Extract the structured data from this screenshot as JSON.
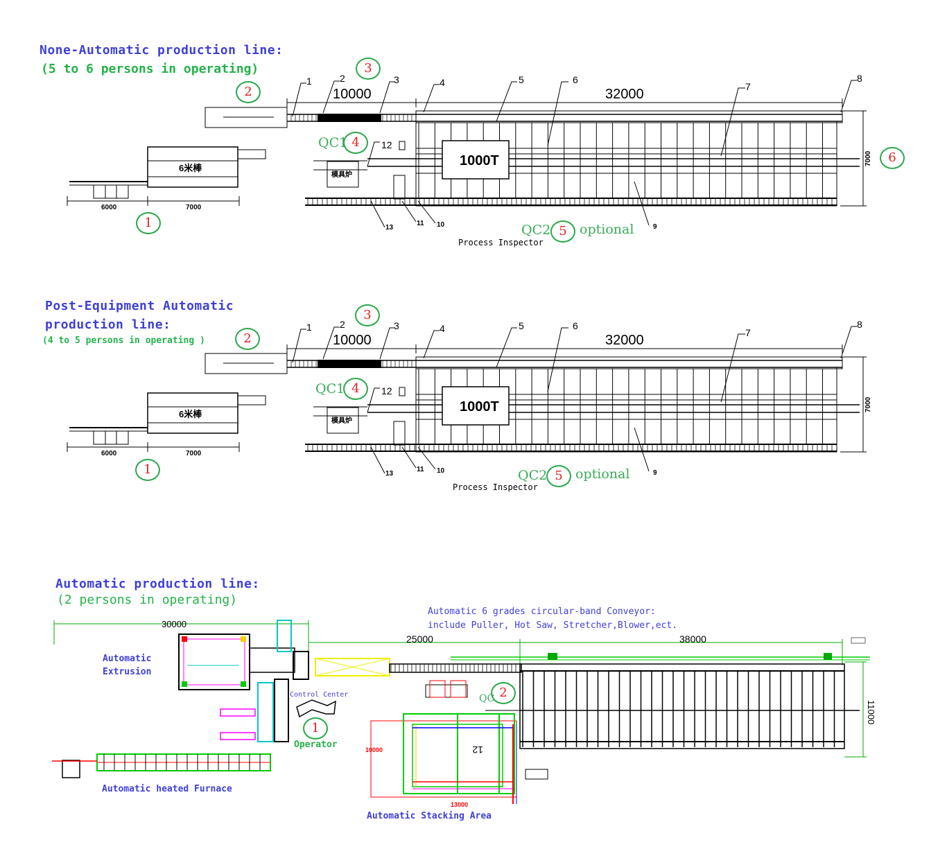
{
  "section1": {
    "title": "None-Automatic production line:",
    "subtitle": "(5 to 6 persons in operating)",
    "dim_left": "10000",
    "dim_right": "32000",
    "dim_height": "7000",
    "dim_a": "6000",
    "dim_b": "7000",
    "press": "1000T",
    "furnace_text": "6米棒",
    "oven_text": "模具炉",
    "qc1": "QC1",
    "qc2": "QC2",
    "optional": "optional",
    "inspector": "Process Inspector",
    "circles": [
      "1",
      "2",
      "3",
      "4",
      "5",
      "6"
    ],
    "callouts": [
      "1",
      "2",
      "3",
      "4",
      "5",
      "6",
      "7",
      "8",
      "9",
      "10",
      "11",
      "12",
      "13"
    ]
  },
  "section2": {
    "title": "Post-Equipment Automatic",
    "title2": "production line:",
    "subtitle": "(4 to 5 persons in operating )",
    "dim_left": "10000",
    "dim_right": "32000",
    "dim_height": "7000",
    "dim_a": "6000",
    "dim_b": "7000",
    "press": "1000T",
    "furnace_text": "6米棒",
    "oven_text": "模具炉",
    "qc1": "QC1",
    "qc2": "QC2",
    "optional": "optional",
    "inspector": "Process Inspector",
    "circles": [
      "1",
      "2",
      "3",
      "4",
      "5"
    ],
    "callouts": [
      "1",
      "2",
      "3",
      "4",
      "5",
      "6",
      "7",
      "8",
      "9",
      "10",
      "11",
      "12",
      "13"
    ]
  },
  "section3": {
    "title": "Automatic production line:",
    "subtitle": "(2 persons in operating)",
    "conveyor_line1": "Automatic 6 grades circular-band Conveyor:",
    "conveyor_line2": "include Puller, Hot Saw, Stretcher,Blower,ect.",
    "dim_30000": "30000",
    "dim_25000": "25000",
    "dim_38000": "38000",
    "dim_11000": "11000",
    "dim_10000": "10000",
    "dim_13000": "13000",
    "extrusion_1": "Automatic",
    "extrusion_2": "Extrusion",
    "control_center": "Control Center",
    "operator": "Operator",
    "furnace": "Automatic heated Furnace",
    "stacking": "Automatic Stacking Area",
    "qc": "QC",
    "num_12": "12",
    "circles": [
      "1",
      "2"
    ]
  },
  "colors": {
    "blue_text": "#3f3fd9",
    "green_text": "#24b24a",
    "circle_border": "#2aa84a",
    "circle_number": "#e02020",
    "cad_green": "#00cc00",
    "cad_magenta": "#ff00ff",
    "cad_red": "#ff0000",
    "cad_yellow": "#eeee00",
    "cad_cyan": "#00c8c8"
  }
}
